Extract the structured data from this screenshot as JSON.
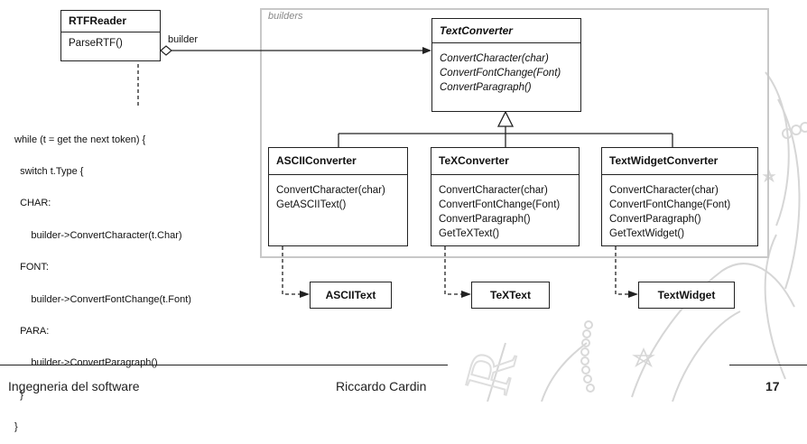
{
  "package": {
    "label": "builders"
  },
  "rtf_reader": {
    "name": "RTFReader",
    "method": "ParseRTF()"
  },
  "builder_label": "builder",
  "note_lines": [
    "while (t = get the next token) {",
    "  switch t.Type {",
    "  CHAR:",
    "      builder->ConvertCharacter(t.Char)",
    "  FONT:",
    "      builder->ConvertFontChange(t.Font)",
    "  PARA:",
    "      builder->ConvertParagraph()",
    "  }",
    "}"
  ],
  "text_converter": {
    "name": "TextConverter",
    "methods": [
      "ConvertCharacter(char)",
      "ConvertFontChange(Font)",
      "ConvertParagraph()"
    ]
  },
  "ascii_converter": {
    "name": "ASCIIConverter",
    "methods": [
      "ConvertCharacter(char)",
      "GetASCIIText()"
    ]
  },
  "tex_converter": {
    "name": "TeXConverter",
    "methods": [
      "ConvertCharacter(char)",
      "ConvertFontChange(Font)",
      "ConvertParagraph()",
      "GetTeXText()"
    ]
  },
  "widget_converter": {
    "name": "TextWidgetConverter",
    "methods": [
      "ConvertCharacter(char)",
      "ConvertFontChange(Font)",
      "ConvertParagraph()",
      "GetTextWidget()"
    ]
  },
  "products": {
    "ascii": "ASCIIText",
    "tex": "TeXText",
    "widget": "TextWidget"
  },
  "footer": {
    "course": "Ingegneria del software",
    "author": "Riccardo Cardin",
    "page": "17"
  },
  "colors": {
    "background": "#ffffff",
    "line": "#222222",
    "package_border": "#c8c8c8",
    "watermark": "#d9d9d9"
  }
}
